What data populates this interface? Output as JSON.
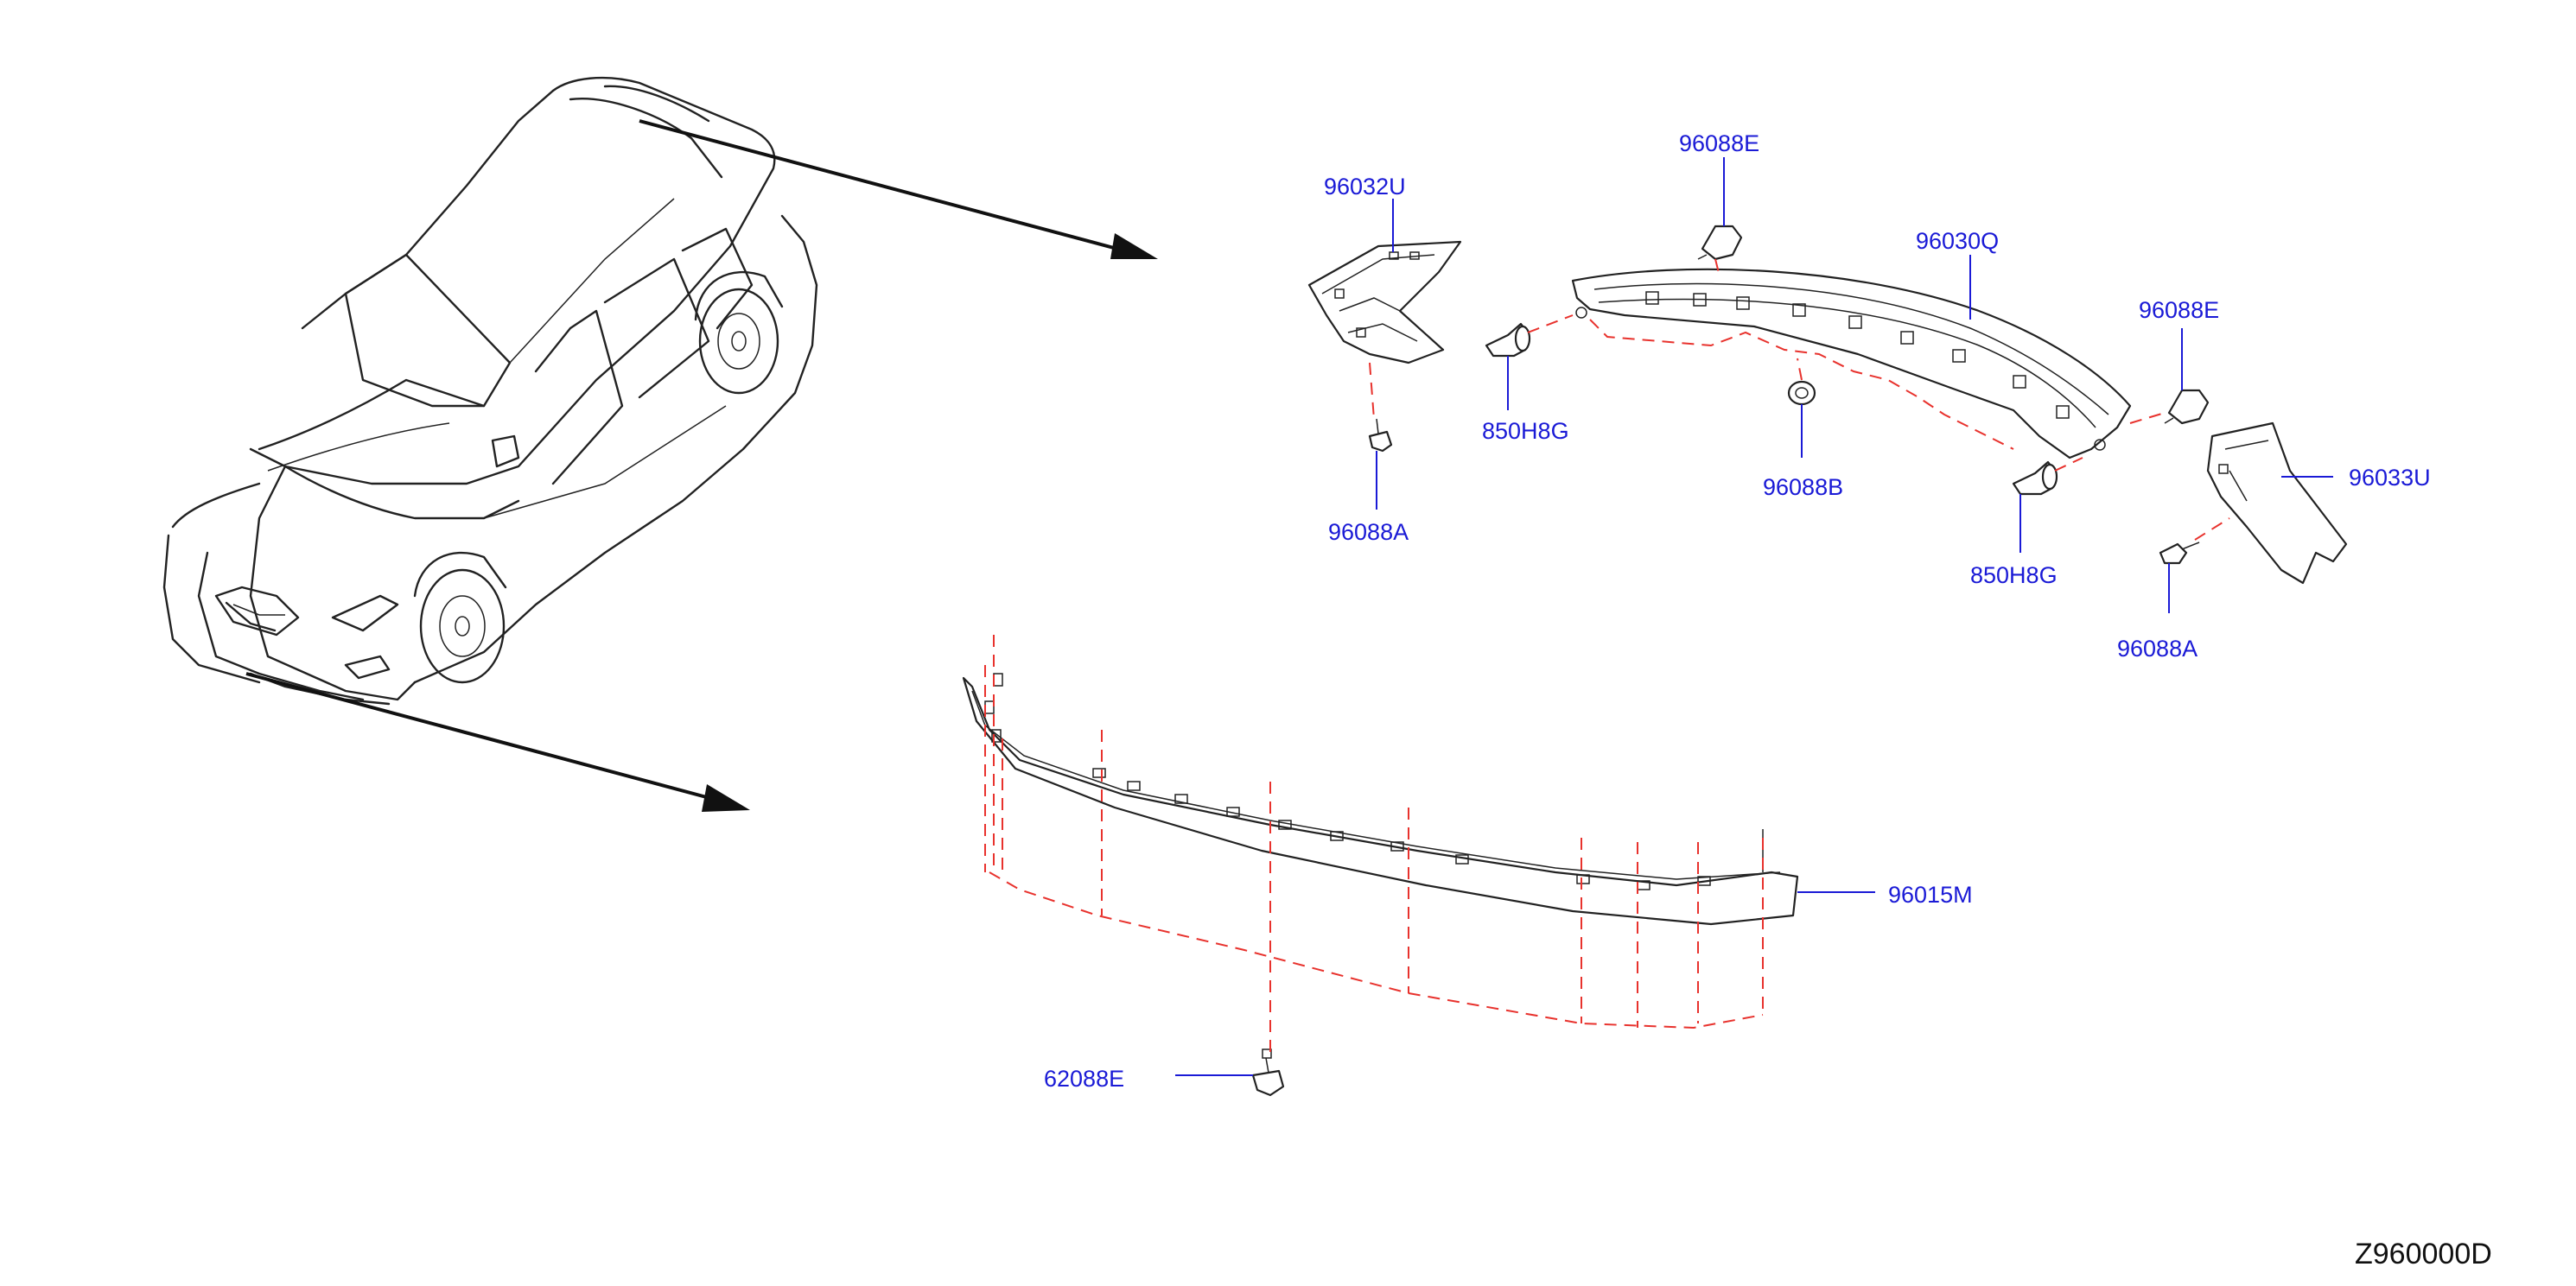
{
  "diagram": {
    "ref_code": "Z960000D",
    "colors": {
      "label": "#1a1ad6",
      "leader": "#1a1ad6",
      "outline": "#222222",
      "dashed_guide": "#e8322d",
      "arrow": "#111111",
      "background": "#ffffff"
    }
  },
  "callouts": {
    "c96032U": "96032U",
    "c96088E_top": "96088E",
    "c96030Q": "96030Q",
    "c96088E_right": "96088E",
    "c850H8G_left": "850H8G",
    "c96088B": "96088B",
    "c96033U": "96033U",
    "c96088A_left": "96088A",
    "c850H8G_right": "850H8G",
    "c96088A_right": "96088A",
    "c96015M": "96015M",
    "c62088E": "62088E"
  }
}
